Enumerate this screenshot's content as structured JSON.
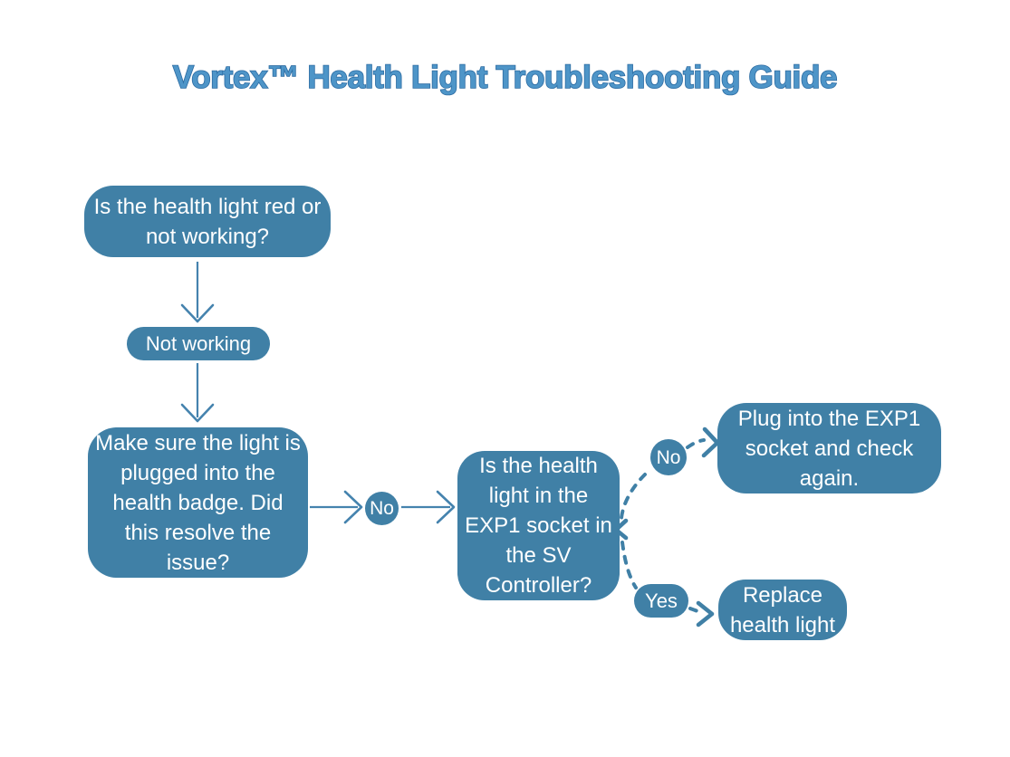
{
  "title": "Vortex™ Health Light Troubleshooting Guide",
  "nodes": {
    "q1": "Is the health light red or\nnot working?",
    "not_working": "Not working",
    "q2": "Make sure the light is\nplugged into the\nhealth badge. Did\nthis resolve the\nissue?",
    "no_left": "No",
    "q3": "Is the health\nlight in the\nEXP1 socket in\nthe SV\nController?",
    "no_right": "No",
    "yes": "Yes",
    "action_plug": "Plug into the EXP1\nsocket and check\nagain.",
    "action_replace": "Replace\nhealth light"
  },
  "colors": {
    "node_fill": "#4080A6",
    "arrow": "#4583AE",
    "title_fill": "#4E95C8",
    "title_outline": "#2C6BA2",
    "node_text": "#FFFFFF",
    "background": "#FFFFFF"
  }
}
